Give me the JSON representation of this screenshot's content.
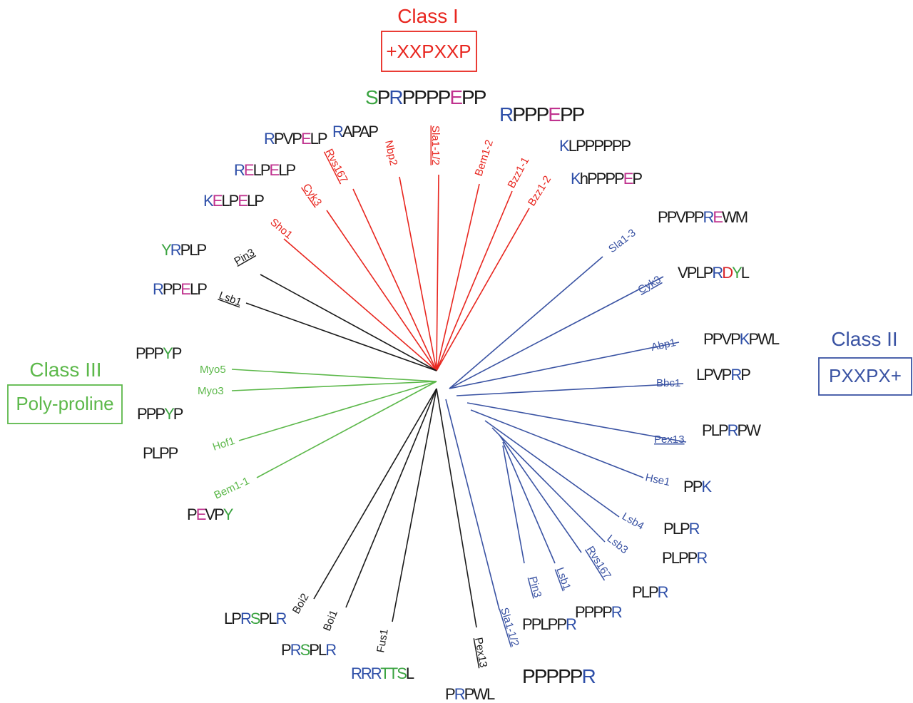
{
  "colors": {
    "class_i": "#e8261f",
    "class_ii": "#3a53a3",
    "class_iii": "#5cb84a",
    "unclassified": "#1a1a1a",
    "residue_blue": "#2e4fa8",
    "residue_green": "#3aa340",
    "residue_red": "#d8252a",
    "residue_magenta": "#c0338f"
  },
  "classes": {
    "class_i": {
      "title": "Class I",
      "motif": "+XXPXXP"
    },
    "class_ii": {
      "title": "Class II",
      "motif": "PXXPX+"
    },
    "class_iii": {
      "title": "Class III",
      "motif": "Poly-proline"
    }
  },
  "leaves": [
    {
      "id": "sho1",
      "label": "Sho1",
      "group": "class_i",
      "underline": false
    },
    {
      "id": "cyk3-i",
      "label": "Cyk3",
      "group": "class_i",
      "underline": true
    },
    {
      "id": "rvs167-i",
      "label": "Rvs167",
      "group": "class_i",
      "underline": true
    },
    {
      "id": "nbp2",
      "label": "Nbp2",
      "group": "class_i",
      "underline": false
    },
    {
      "id": "sla1-12-i",
      "label": "Sla1-1/2",
      "group": "class_i",
      "underline": true
    },
    {
      "id": "bem1-2",
      "label": "Bem1-2",
      "group": "class_i",
      "underline": false
    },
    {
      "id": "bzz1-1",
      "label": "Bzz1-1",
      "group": "class_i",
      "underline": false
    },
    {
      "id": "bzz1-2",
      "label": "Bzz1-2",
      "group": "class_i",
      "underline": false
    },
    {
      "id": "sla1-3",
      "label": "Sla1-3",
      "group": "class_ii",
      "underline": false
    },
    {
      "id": "cyk3-ii",
      "label": "Cyk3",
      "group": "class_ii",
      "underline": true
    },
    {
      "id": "abp1",
      "label": "Abp1",
      "group": "class_ii",
      "underline": false
    },
    {
      "id": "bbc1",
      "label": "Bbc1",
      "group": "class_ii",
      "underline": false
    },
    {
      "id": "pex13-ii",
      "label": "Pex13",
      "group": "class_ii",
      "underline": true
    },
    {
      "id": "hse1",
      "label": "Hse1",
      "group": "class_ii",
      "underline": false
    },
    {
      "id": "lsb4",
      "label": "Lsb4",
      "group": "class_ii",
      "underline": false
    },
    {
      "id": "lsb3",
      "label": "Lsb3",
      "group": "class_ii",
      "underline": false
    },
    {
      "id": "rvs167-ii",
      "label": "Rvs167",
      "group": "class_ii",
      "underline": true
    },
    {
      "id": "lsb1-ii",
      "label": "Lsb1",
      "group": "class_ii",
      "underline": true
    },
    {
      "id": "pin3-ii",
      "label": "Pin3",
      "group": "class_ii",
      "underline": true
    },
    {
      "id": "sla1-12-ii",
      "label": "Sla1-1/2",
      "group": "class_ii",
      "underline": true
    },
    {
      "id": "myo5",
      "label": "Myo5",
      "group": "class_iii",
      "underline": false
    },
    {
      "id": "myo3",
      "label": "Myo3",
      "group": "class_iii",
      "underline": false
    },
    {
      "id": "hof1",
      "label": "Hof1",
      "group": "class_iii",
      "underline": false
    },
    {
      "id": "bem1-1",
      "label": "Bem1-1",
      "group": "class_iii",
      "underline": false
    },
    {
      "id": "pin3-u",
      "label": "Pin3",
      "group": "unclassified",
      "underline": true
    },
    {
      "id": "lsb1-u",
      "label": "Lsb1",
      "group": "unclassified",
      "underline": true
    },
    {
      "id": "boi2",
      "label": "Boi2",
      "group": "unclassified",
      "underline": false
    },
    {
      "id": "boi1",
      "label": "Boi1",
      "group": "unclassified",
      "underline": false
    },
    {
      "id": "fus1",
      "label": "Fus1",
      "group": "unclassified",
      "underline": false
    },
    {
      "id": "pex13-u",
      "label": "Pex13",
      "group": "unclassified",
      "underline": true
    }
  ],
  "motif_logos": [
    {
      "id": "classI-consensus",
      "text": "SPRPPPPEPP"
    },
    {
      "id": "rpvp",
      "text": "RPVPELP"
    },
    {
      "id": "rap",
      "text": "RAPAP"
    },
    {
      "id": "rpppp",
      "text": "RPPPEPP"
    },
    {
      "id": "kpppppp",
      "text": "KLPPPPPP"
    },
    {
      "id": "khpppp",
      "text": "KhPPPPEP"
    },
    {
      "id": "urelpelp",
      "text": "RELPELP"
    },
    {
      "id": "kelpelp",
      "text": "KELPELP"
    },
    {
      "id": "yr",
      "text": "YRPLP"
    },
    {
      "id": "rppelp",
      "text": "RPPELP"
    },
    {
      "id": "ppvppre",
      "text": "PPVPPREWM"
    },
    {
      "id": "vplplrdyl",
      "text": "VPLPRDYL"
    },
    {
      "id": "ppvpkpwl",
      "text": "PPVPKPWL"
    },
    {
      "id": "lpvprp",
      "text": "LPVPRP"
    },
    {
      "id": "pprpw",
      "text": "PLPRPW"
    },
    {
      "id": "pppk",
      "text": "PPK"
    },
    {
      "id": "plpr-1",
      "text": "PLPR"
    },
    {
      "id": "plpr-2",
      "text": "PLPPR"
    },
    {
      "id": "plpr-3",
      "text": "PLPR"
    },
    {
      "id": "ppppr",
      "text": "PPPPR"
    },
    {
      "id": "pplppr",
      "text": "PPLPPR"
    },
    {
      "id": "pppppr",
      "text": "PPPPPR"
    },
    {
      "id": "prwl",
      "text": "PRPWL"
    },
    {
      "id": "rrttsl",
      "text": "RRRTTSL"
    },
    {
      "id": "prsplr",
      "text": "PRSPLR"
    },
    {
      "id": "lpprsplr",
      "text": "LPRSPLR"
    },
    {
      "id": "ppvpy",
      "text": "PEVPY"
    },
    {
      "id": "plpp",
      "text": "PLPP"
    },
    {
      "id": "ppypp-1",
      "text": "PPPYP"
    },
    {
      "id": "ppypp-2",
      "text": "PPPYP"
    }
  ]
}
